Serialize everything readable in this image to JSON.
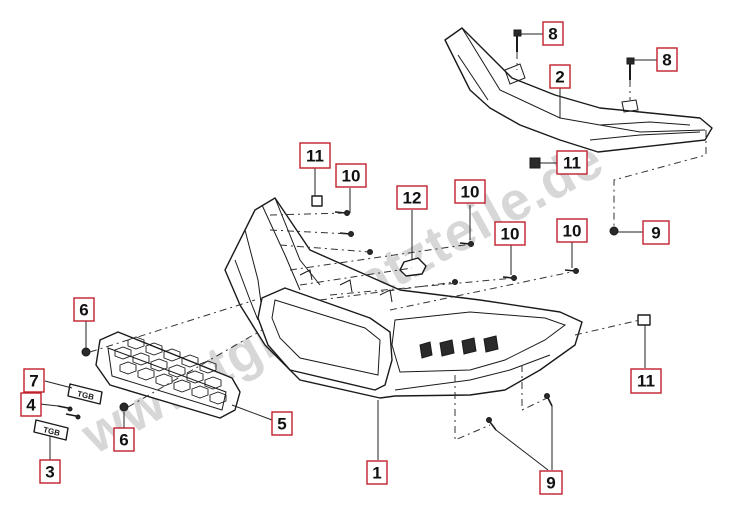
{
  "watermark": "www.tgbersatzteile.de",
  "callouts": [
    {
      "id": "c1",
      "label": "1"
    },
    {
      "id": "c2",
      "label": "2"
    },
    {
      "id": "c3",
      "label": "3"
    },
    {
      "id": "c4",
      "label": "4"
    },
    {
      "id": "c5",
      "label": "5"
    },
    {
      "id": "c6a",
      "label": "6"
    },
    {
      "id": "c6b",
      "label": "6"
    },
    {
      "id": "c7",
      "label": "7"
    },
    {
      "id": "c8a",
      "label": "8"
    },
    {
      "id": "c8b",
      "label": "8"
    },
    {
      "id": "c9a",
      "label": "9"
    },
    {
      "id": "c9b",
      "label": "9"
    },
    {
      "id": "c10a",
      "label": "10"
    },
    {
      "id": "c10b",
      "label": "10"
    },
    {
      "id": "c10c",
      "label": "10"
    },
    {
      "id": "c10d",
      "label": "10"
    },
    {
      "id": "c11a",
      "label": "11"
    },
    {
      "id": "c11b",
      "label": "11"
    },
    {
      "id": "c11c",
      "label": "11"
    },
    {
      "id": "c12",
      "label": "12"
    }
  ],
  "badge_text": "TGB"
}
